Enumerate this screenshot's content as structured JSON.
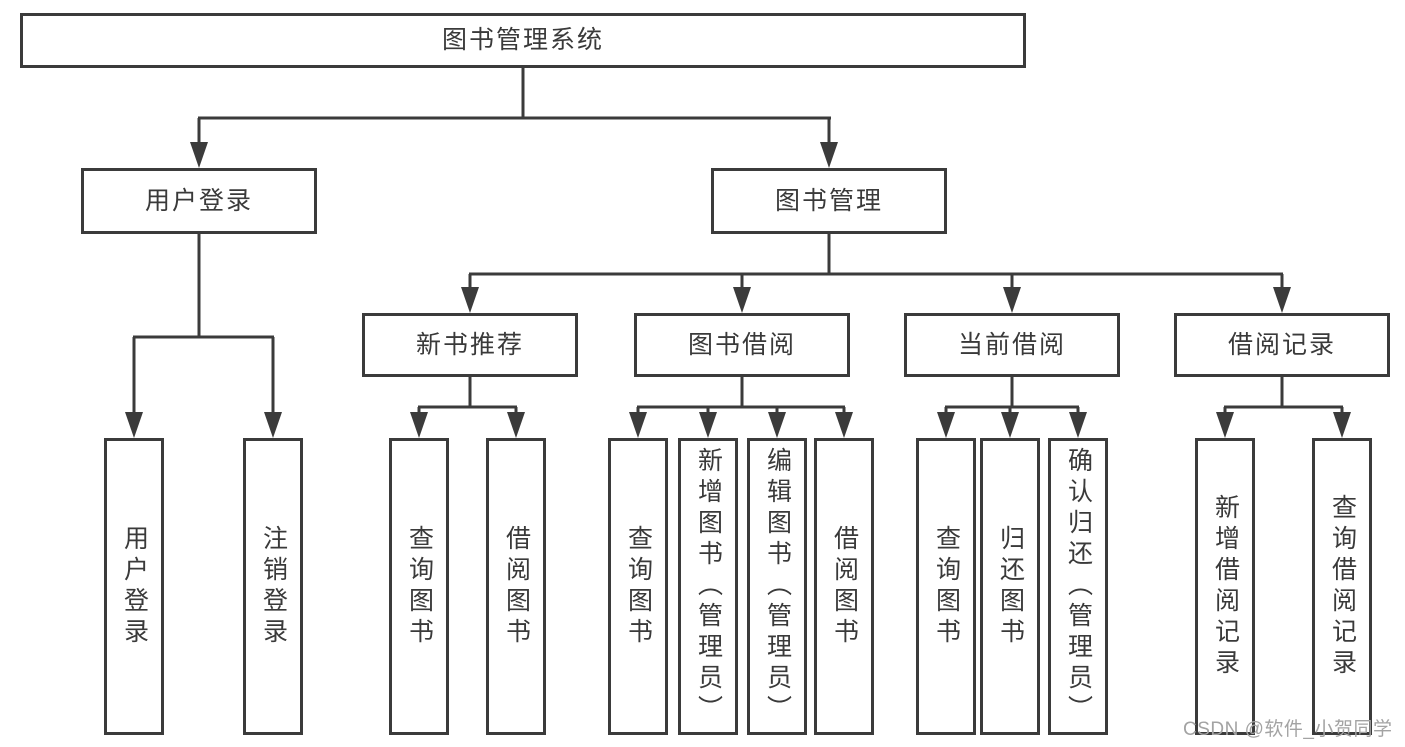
{
  "title": "图书管理系统",
  "nodes": {
    "root": "图书管理系统",
    "user_login": "用户登录",
    "book_mgmt": "图书管理",
    "new_books": "新书推荐",
    "book_borrow": "图书借阅",
    "current_borrow": "当前借阅",
    "borrow_records": "借阅记录"
  },
  "leaves": [
    "用户登录",
    "注销登录",
    "查询图书",
    "借阅图书",
    "查询图书",
    "新增图书（管理员）",
    "编辑图书（管理员）",
    "借阅图书",
    "查询图书",
    "归还图书",
    "确认归还（管理员）",
    "新增借阅记录",
    "查询借阅记录"
  ],
  "watermark": "CSDN @软件_小贺同学",
  "colors": {
    "line": "#3b3b3b",
    "text": "#3a3a3a",
    "box_fill": "#ffffff",
    "background": "#ffffff",
    "watermark": "#a3a3a3"
  }
}
